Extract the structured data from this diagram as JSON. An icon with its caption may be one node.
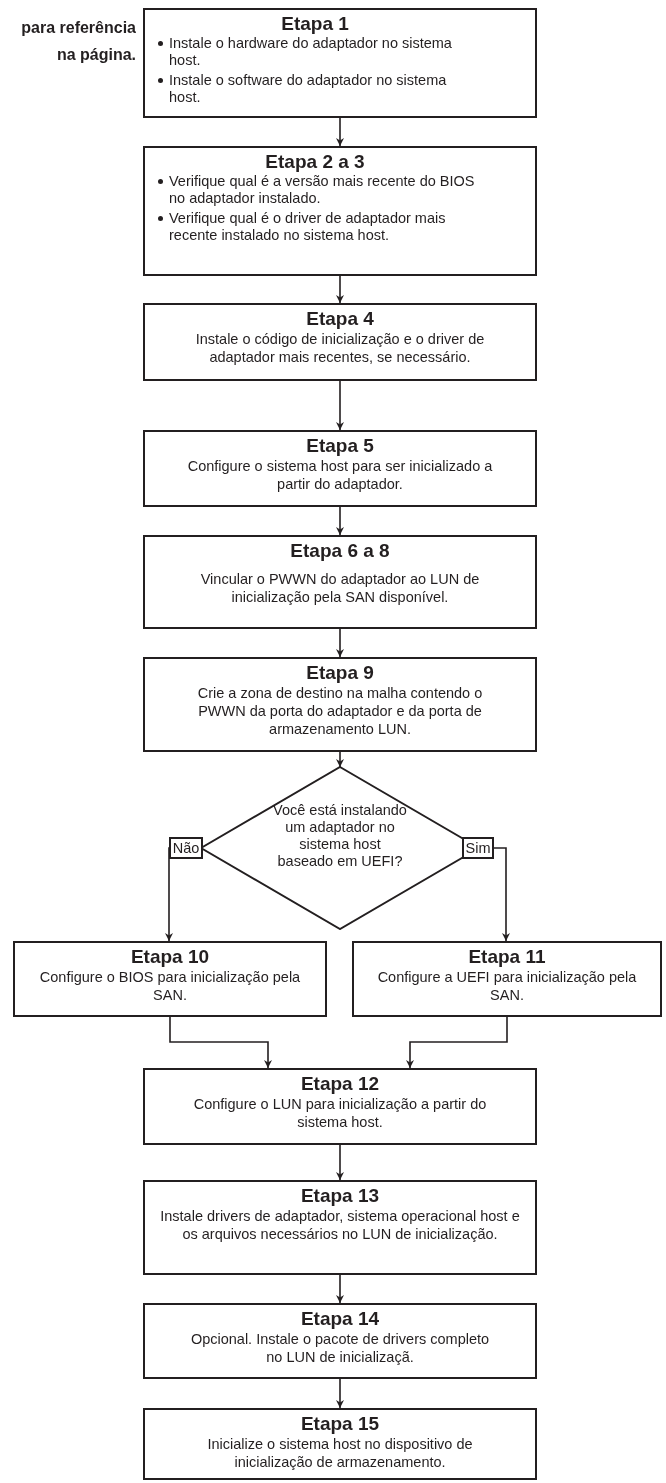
{
  "diagram": {
    "nodes": [
      {
        "text": [
          "Etapa 1",
          "Instale o hardware do adaptador no sistema host.",
          "Instale o software do adaptador no sistema host."
        ]
      },
      {
        "text": [
          "Etapa 2 a 3",
          "Verifique qual é a versão mais recente do BIOS no adaptador instalado.",
          "Verifique qual é o driver de adaptador mais recente instalado no sistema host."
        ]
      },
      {
        "text": [
          "Etapa 4",
          "Instale o código de inicialização e o driver de adaptador mais recentes, se necessário."
        ]
      },
      {
        "text": [
          "Etapa 5",
          "Configure o sistema host para ser inicializado a partir do adaptador."
        ]
      },
      {
        "text": [
          "Etapa 6 a 8",
          "Vincular o PWWN do adaptador ao LUN de inicialização pela SAN disponível."
        ]
      },
      {
        "text": [
          "Etapa 9",
          "Crie a zona de destino na malha contendo o PWWN da porta do adaptador e da porta de armazenamento LUN."
        ]
      },
      {
        "text": [
          "Você está instalando um adaptador no sistema host baseado em UEFI?"
        ]
      },
      {
        "text": [
          "Etapa 10",
          "Configure o BIOS para inicialização pela SAN."
        ]
      },
      {
        "text": [
          "Etapa 11",
          "Configure a UEFI para inicialização pela SAN."
        ]
      },
      {
        "text": [
          "Etapa 12",
          "Configure o LUN para inicialização a partir do sistema host."
        ]
      },
      {
        "text": [
          "Etapa 13",
          "Instale drivers de adaptador, sistema operacional host e os arquivos necessários no LUN de inicialização."
        ]
      },
      {
        "text": [
          "Etapa 14",
          "Opcional. Instale o pacote de drivers completo no LUN de inicializaçã."
        ]
      },
      {
        "text": [
          "Etapa 15",
          "Inicialize o sistema host no dispositivo de inicialização de armazenamento."
        ]
      }
    ],
    "edges": [
      {
        "from": 0,
        "to": 1,
        "arrow": "to"
      },
      {
        "from": 1,
        "to": 2,
        "arrow": "to"
      },
      {
        "from": 2,
        "to": 3,
        "arrow": "to"
      },
      {
        "from": 3,
        "to": 4,
        "arrow": "to"
      },
      {
        "from": 4,
        "to": 5,
        "arrow": "to"
      },
      {
        "from": 5,
        "to": 6,
        "arrow": "to"
      },
      {
        "from": 6,
        "to": 7,
        "arrow": "to",
        "label": "Não"
      },
      {
        "from": 6,
        "to": 8,
        "arrow": "to",
        "label": "Sim"
      },
      {
        "from": 7,
        "to": 9,
        "arrow": "to"
      },
      {
        "from": 8,
        "to": 9,
        "arrow": "to"
      },
      {
        "from": 9,
        "to": 10,
        "arrow": "to"
      },
      {
        "from": 10,
        "to": 11,
        "arrow": "to"
      },
      {
        "from": 11,
        "to": 12,
        "arrow": "to"
      }
    ],
    "labels": [
      "para referência na página."
    ]
  }
}
